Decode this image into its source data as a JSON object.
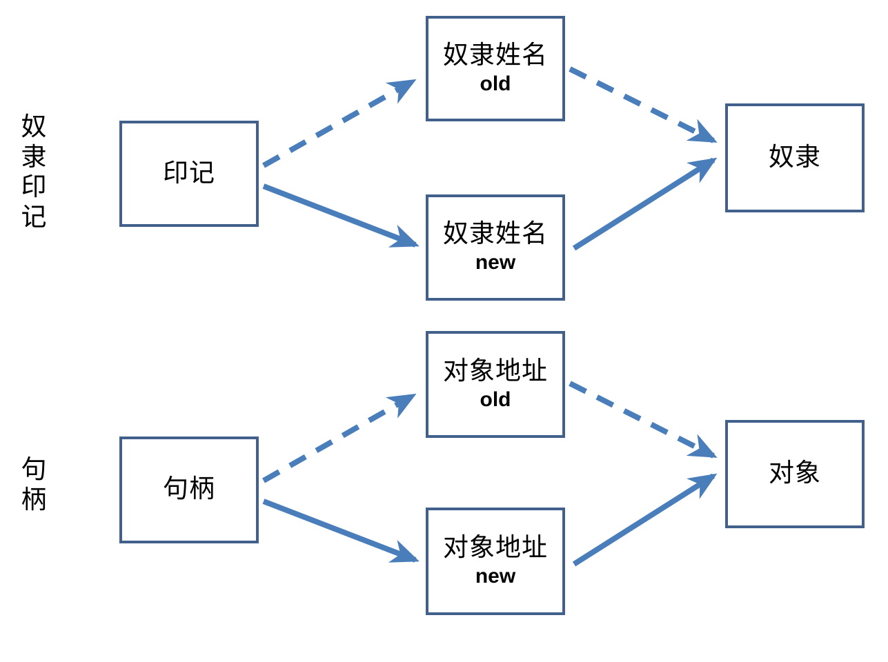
{
  "diagram": {
    "title": "",
    "colors": {
      "node_border": "#41618C",
      "edge": "#4A7EBB",
      "text": "#000000",
      "background": "#FFFFFF"
    },
    "group_labels": [
      {
        "id": "slave-mark-label",
        "chars": [
          "奴",
          "隶",
          "印",
          "记"
        ],
        "text": "奴隶印记"
      },
      {
        "id": "handle-label",
        "chars": [
          "句",
          "柄"
        ],
        "text": "句柄"
      }
    ],
    "nodes": [
      {
        "id": "yinji",
        "cn": "印记",
        "en": ""
      },
      {
        "id": "slave-name-old",
        "cn": "奴隶姓名",
        "en": "old"
      },
      {
        "id": "slave-name-new",
        "cn": "奴隶姓名",
        "en": "new"
      },
      {
        "id": "slave",
        "cn": "奴隶",
        "en": ""
      },
      {
        "id": "juBing",
        "cn": "句柄",
        "en": ""
      },
      {
        "id": "obj-addr-old",
        "cn": "对象地址",
        "en": "old"
      },
      {
        "id": "obj-addr-new",
        "cn": "对象地址",
        "en": "new"
      },
      {
        "id": "object",
        "cn": "对象",
        "en": ""
      }
    ],
    "edges": [
      {
        "id": "e1",
        "from": "yinji",
        "to": "slave-name-old",
        "style": "dashed"
      },
      {
        "id": "e2",
        "from": "yinji",
        "to": "slave-name-new",
        "style": "solid"
      },
      {
        "id": "e3",
        "from": "slave-name-old",
        "to": "slave",
        "style": "dashed"
      },
      {
        "id": "e4",
        "from": "slave-name-new",
        "to": "slave",
        "style": "solid"
      },
      {
        "id": "e5",
        "from": "juBing",
        "to": "obj-addr-old",
        "style": "dashed"
      },
      {
        "id": "e6",
        "from": "juBing",
        "to": "obj-addr-new",
        "style": "solid"
      },
      {
        "id": "e7",
        "from": "obj-addr-old",
        "to": "object",
        "style": "dashed"
      },
      {
        "id": "e8",
        "from": "obj-addr-new",
        "to": "object",
        "style": "solid"
      }
    ]
  }
}
